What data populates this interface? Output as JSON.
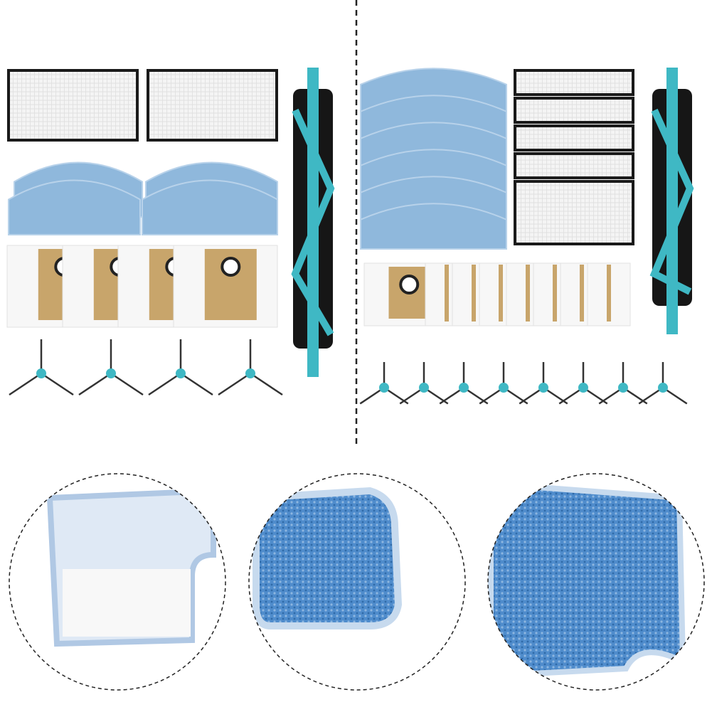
{
  "colors": {
    "mop": "#8fb8dc",
    "mop_edge": "#b8d2ea",
    "filter_frame": "#1a1a1a",
    "filter_mesh": "#f4f4f4",
    "bag_paper": "#f7f7f7",
    "bag_card": "#c8a56b",
    "brush_teal": "#3fb8c4",
    "bristle": "#161616",
    "side_arm": "#333333",
    "divider": "#222222",
    "closeup_mop": "#4f8ccc",
    "closeup_white": "#f2f4f7"
  },
  "left_set": {
    "filters": 2,
    "mops": 4,
    "bags": 4,
    "side_brushes": 4,
    "roller_brushes": 1
  },
  "right_set": {
    "filters": 5,
    "mops": 6,
    "bags": 8,
    "side_brushes": 8,
    "roller_brushes": 1
  },
  "closeups": [
    "mop-back-velcro",
    "mop-corner-front",
    "mop-edge-front"
  ]
}
